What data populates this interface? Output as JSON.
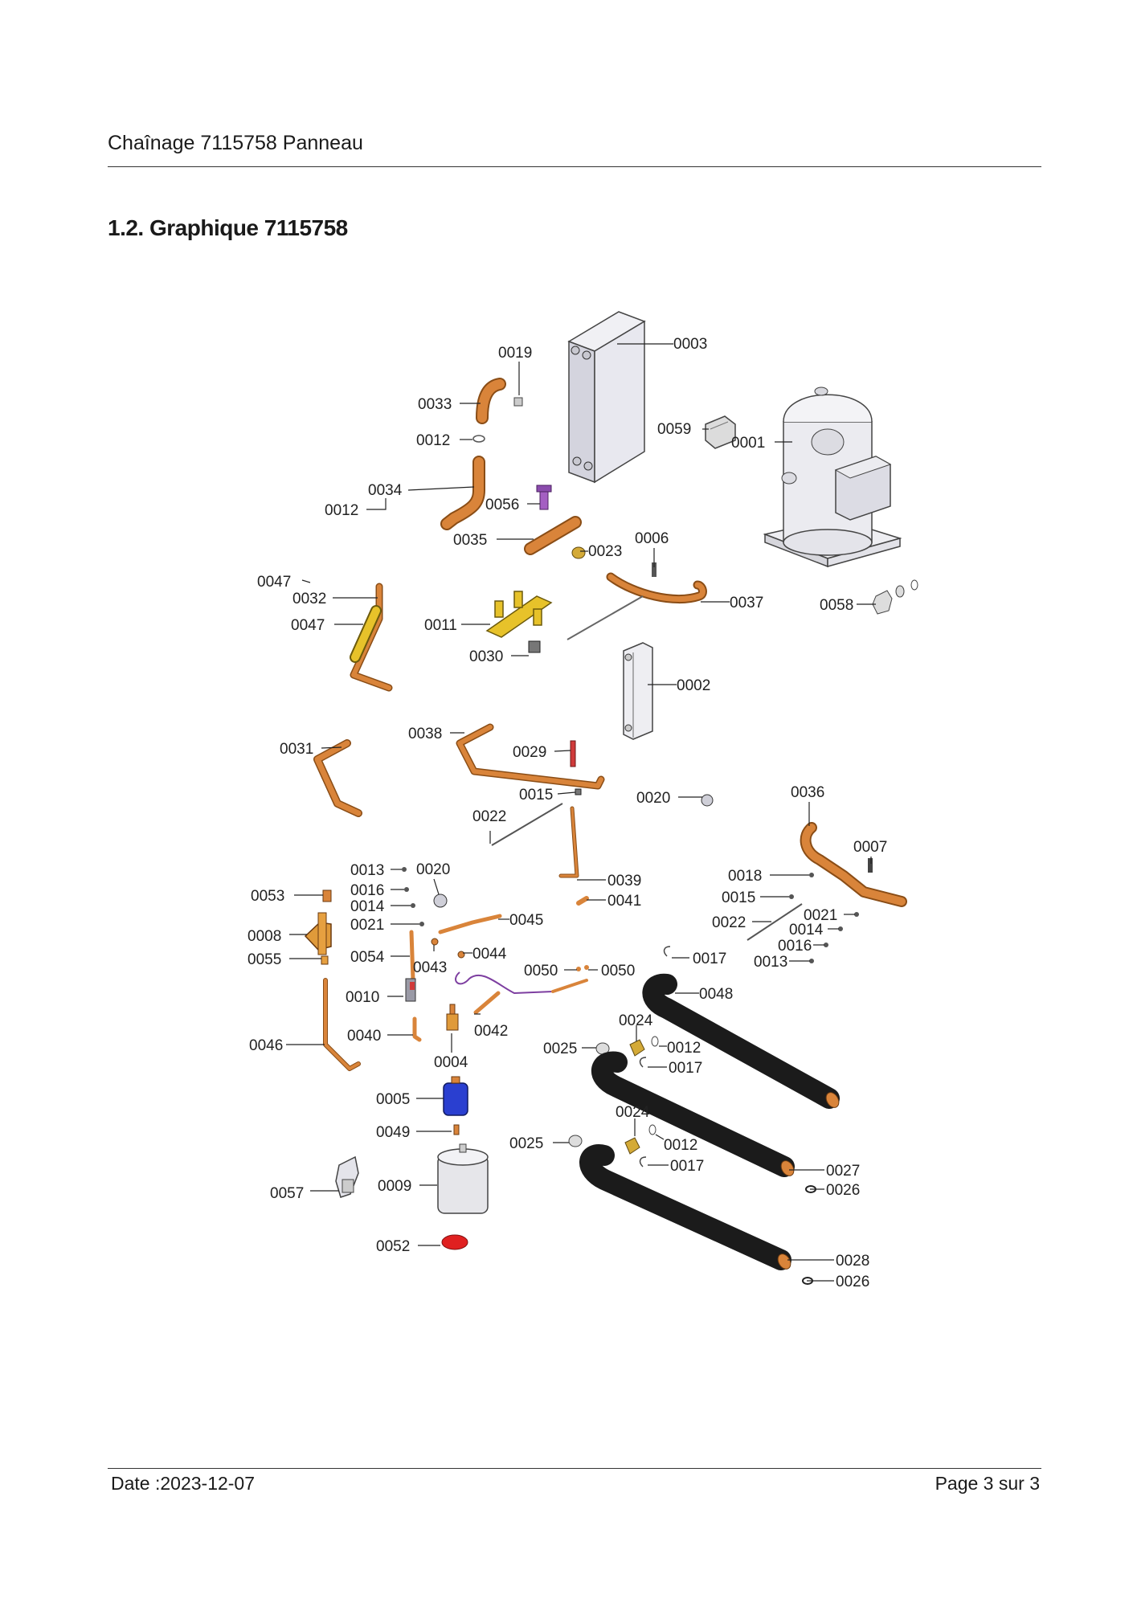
{
  "header": {
    "title": "Chaînage 7115758 Panneau"
  },
  "section": {
    "heading": "1.2. Graphique 7115758"
  },
  "diagram": {
    "callouts": [
      "0019",
      "0003",
      "0033",
      "0012",
      "0059",
      "0001",
      "0034",
      "0012",
      "0056",
      "0035",
      "0023",
      "0006",
      "0047",
      "0032",
      "0047",
      "0011",
      "0037",
      "0058",
      "0030",
      "0002",
      "0031",
      "0038",
      "0029",
      "0015",
      "0020",
      "0036",
      "0022",
      "0007",
      "0013",
      "0020",
      "0016",
      "0053",
      "0014",
      "0039",
      "0018",
      "0041",
      "0021",
      "0045",
      "0015",
      "0008",
      "0044",
      "0022",
      "0021",
      "0014",
      "0055",
      "0054",
      "0043",
      "0050",
      "0050",
      "0017",
      "0016",
      "0013",
      "0048",
      "0010",
      "0042",
      "0024",
      "0046",
      "0040",
      "0025",
      "0012",
      "0004",
      "0017",
      "0005",
      "0024",
      "0049",
      "0025",
      "0012",
      "0017",
      "0027",
      "0009",
      "0026",
      "0057",
      "0052",
      "0028",
      "0026"
    ]
  },
  "footer": {
    "date": "Date :2023-12-07",
    "page": "Page 3 sur  3"
  }
}
